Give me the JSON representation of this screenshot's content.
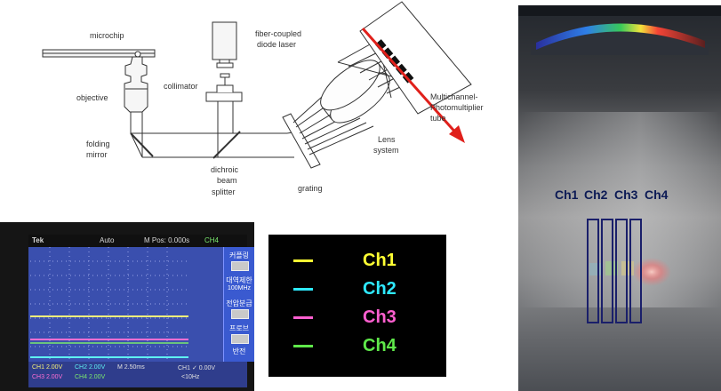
{
  "diagram": {
    "labels": {
      "microchip": "microchip",
      "objective": "objective",
      "collimator": "collimator",
      "laser_line1": "fiber-coupled",
      "laser_line2": "diode laser",
      "folding_line1": "folding",
      "folding_line2": "mirror",
      "dichroic_line1": "dichroic",
      "dichroic_line2": "beam",
      "dichroic_line3": "splitter",
      "grating": "grating",
      "lens_line1": "Lens",
      "lens_line2": "system",
      "pmt_line1": "Multichannel-",
      "pmt_line2": "Photomultiplier",
      "pmt_line3": "tube"
    },
    "colors": {
      "arrow": "#e0201b",
      "line": "#333333"
    }
  },
  "oscilloscope": {
    "top": {
      "brand": "Tek",
      "mode": "Auto",
      "mpos": "M Pos: 0.000s",
      "channel": "CH4"
    },
    "side": [
      "커플링",
      "대역제한",
      "전압분급",
      "프로브",
      "반전"
    ],
    "side_values": [
      "100MHz"
    ],
    "bottom": {
      "r1c1": "CH1  2.00V",
      "r1c2": "CH2  2.00V",
      "r1c3": "M 2.50ms",
      "r1c4": "CH1 ✓ 0.00V",
      "r2c1": "CH3  2.00V",
      "r2c2": "CH4  2.00V",
      "r2c4": "<10Hz"
    },
    "trace_colors": [
      "#f4f07a",
      "#5ff0f2",
      "#ff6fd3",
      "#7bea6f"
    ]
  },
  "legend": {
    "items": [
      {
        "label": "Ch1",
        "color": "#ffff33"
      },
      {
        "label": "Ch2",
        "color": "#2ee9ff"
      },
      {
        "label": "Ch3",
        "color": "#ff5fd0"
      },
      {
        "label": "Ch4",
        "color": "#5fe84a"
      }
    ]
  },
  "photo": {
    "channels": [
      "Ch1",
      "Ch2",
      "Ch3",
      "Ch4"
    ]
  }
}
